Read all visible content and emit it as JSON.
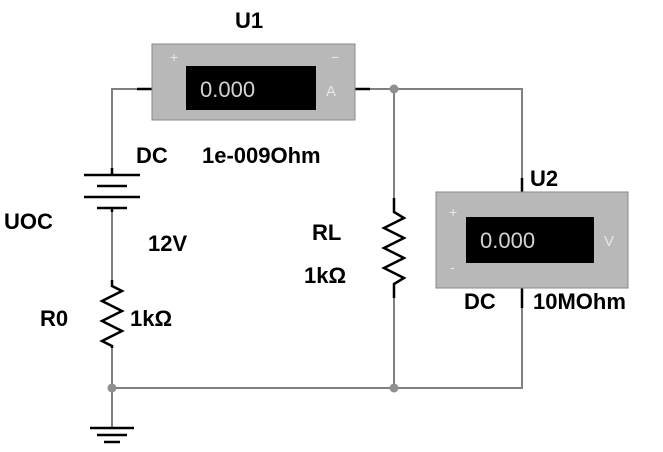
{
  "ammeter": {
    "ref": "U1",
    "reading": "0.000",
    "unit": "A",
    "plus": "+",
    "minus": "−",
    "mode": "DC",
    "resistance": "1e-009Ohm"
  },
  "voltmeter": {
    "ref": "U2",
    "reading": "0.000",
    "unit": "V",
    "plus": "+",
    "minus": "-",
    "mode": "DC",
    "resistance": "10MOhm"
  },
  "source": {
    "ref": "UOC",
    "value": "12V"
  },
  "internal_resistor": {
    "ref": "R0",
    "value": "1kΩ"
  },
  "load_resistor": {
    "ref": "RL",
    "value": "1kΩ"
  },
  "colors": {
    "wire": "#808080",
    "meter_body": "#b8b8b8",
    "meter_screen": "#000000"
  }
}
